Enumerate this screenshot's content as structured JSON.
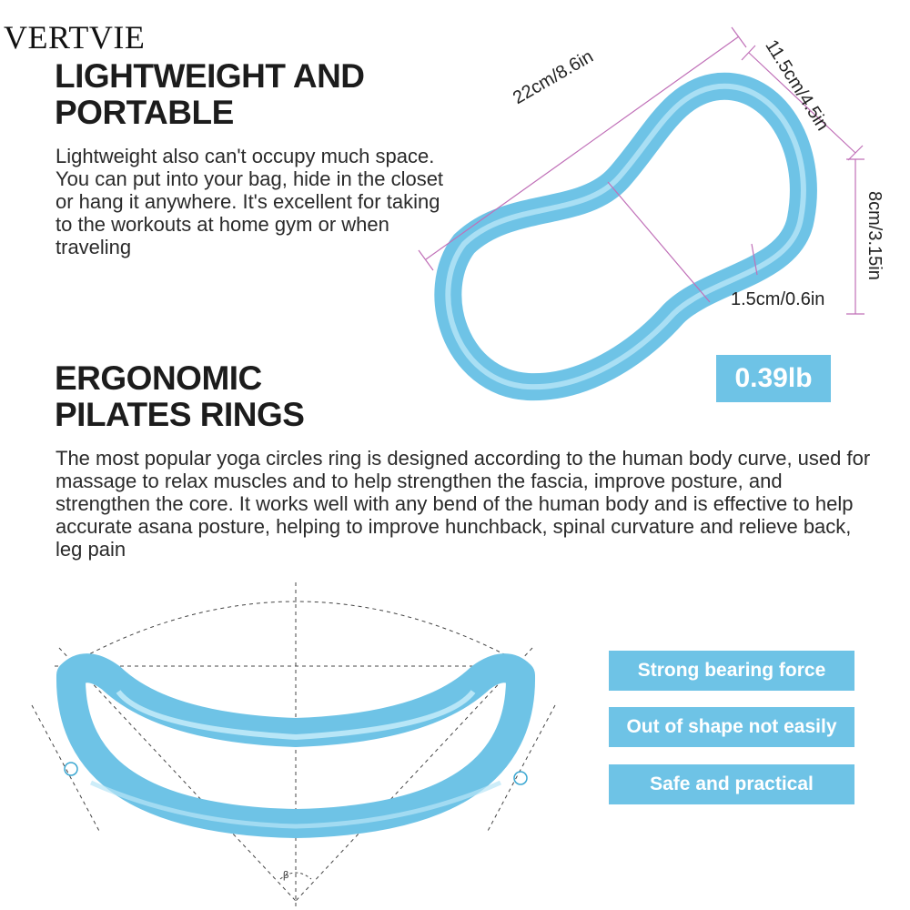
{
  "brand": "VERTVIE",
  "sections": {
    "portable": {
      "title_line1": "LIGHTWEIGHT AND",
      "title_line2": "PORTABLE",
      "body": "Lightweight also can't occupy much space. You can put into your bag, hide in the closet or hang it anywhere. It's excellent for taking to the workouts at home gym or when traveling"
    },
    "ergonomic": {
      "title_line1": "ERGONOMIC",
      "title_line2": "PILATES RINGS",
      "body": "The most popular yoga circles ring is designed according to the human body curve, used for massage to relax muscles and to help strengthen the fascia, improve posture, and strengthen the core. It works well with any bend of the human body and is effective to help accurate asana posture, helping to improve hunchback, spinal curvature and relieve back, leg pain"
    }
  },
  "dimensions": {
    "length": "22cm/8.6in",
    "width": "11.5cm/4.5in",
    "height": "8cm/3.15in",
    "tube": "1.5cm/0.6in"
  },
  "weight": "0.39lb",
  "angle_label": "β",
  "features": [
    "Strong bearing force",
    "Out of shape not easily",
    "Safe and practical"
  ],
  "colors": {
    "ring": "#6ec3e6",
    "ring_highlight": "#b8e6f7",
    "badge": "#6ec3e6",
    "dimension_line": "#c070b8"
  }
}
